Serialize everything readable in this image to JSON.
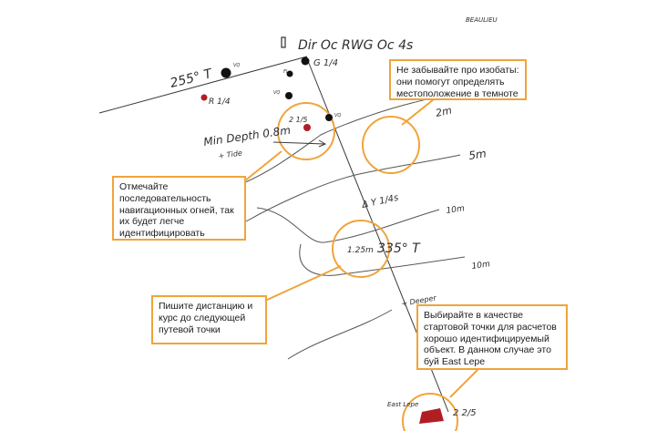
{
  "colors": {
    "callout_border": "#f0a43a",
    "ink": "#2e2e2e",
    "red_marker": "#b01e24",
    "black_marker": "#111111"
  },
  "sketch_labels": {
    "top_right_note": "BEAULIEU",
    "top_buoys": "Dir Oc RWG Oc 4s",
    "bearing_top": "255° T",
    "g_buoy": "G 1/4",
    "r_buoy": "R 1/4",
    "vq_small_1": "VQ",
    "vq_small_2": "VQ",
    "vq_small_3": "VQ",
    "fl_label": "Fl",
    "waypoint_1_label": "2 1/5",
    "min_depth": "Min Depth 0.8m",
    "min_depth_tide": "+ Tide",
    "depth_2m": "2m",
    "depth_5m": "5m",
    "marker_mid": "Δ Y 1/4s",
    "depth_10m_a": "10m",
    "distance_leg": "1.25m",
    "bearing_leg": "335° T",
    "depth_10m_b": "10m",
    "deeper": "+ Deeper",
    "east_lepe_label": "East Lepe",
    "east_lepe_flash": "2 2/5"
  },
  "callouts": [
    {
      "text": "Не забывайте про изобаты: они помогут определять местоположение в темноте"
    },
    {
      "text": "Отмечайте последовательность навигационных огней, так их будет легче идентифицировать"
    },
    {
      "text": "Пишите дистанцию и курс до следующей путевой точки"
    },
    {
      "text": "Выбирайте в качестве стартовой точки для расчетов хорошо идентифицируемый объект. В данном случае это буй East Lepe"
    }
  ]
}
